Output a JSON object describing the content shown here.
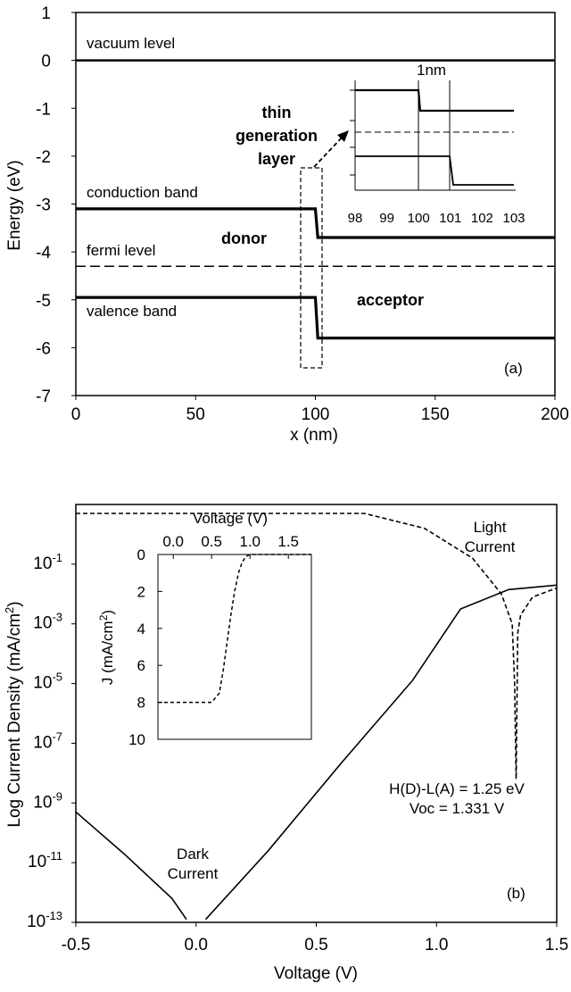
{
  "chart_data": [
    {
      "id": "a",
      "type": "line",
      "panel_label": "(a)",
      "xlabel": "x (nm)",
      "ylabel": "Energy (eV)",
      "xlim": [
        0,
        200
      ],
      "ylim": [
        -7,
        1
      ],
      "xticks": [
        "0",
        "50",
        "100",
        "150",
        "200"
      ],
      "yticks": [
        "1",
        "0",
        "-1",
        "-2",
        "-3",
        "-4",
        "-5",
        "-6",
        "-7"
      ],
      "series": [
        {
          "name": "vacuum level",
          "style": "solid",
          "x": [
            0,
            200
          ],
          "y": [
            0,
            0
          ]
        },
        {
          "name": "conduction band",
          "style": "bold",
          "x": [
            0,
            100,
            101,
            200
          ],
          "y": [
            -3.1,
            -3.1,
            -3.7,
            -3.7
          ]
        },
        {
          "name": "fermi level",
          "style": "dashed",
          "x": [
            0,
            200
          ],
          "y": [
            -4.3,
            -4.3
          ]
        },
        {
          "name": "valence band",
          "style": "bold",
          "x": [
            0,
            100,
            101,
            200
          ],
          "y": [
            -4.95,
            -4.95,
            -5.8,
            -5.8
          ]
        }
      ],
      "annotations": [
        "donor",
        "acceptor",
        "thin generation layer"
      ],
      "inset": {
        "xlim": [
          98,
          103
        ],
        "xticks": [
          "98",
          "99",
          "100",
          "101",
          "102",
          "103"
        ],
        "label": "1nm"
      }
    },
    {
      "id": "b",
      "type": "line",
      "panel_label": "(b)",
      "xlabel": "Voltage (V)",
      "ylabel": "Log Current Density (mA/cm²)",
      "xlim": [
        -0.5,
        1.5
      ],
      "ylim_exponent": [
        -13,
        1
      ],
      "log_scale": true,
      "xticks": [
        "-0.5",
        "0.0",
        "0.5",
        "1.0",
        "1.5"
      ],
      "yticks": [
        {
          "base": "10",
          "exp": "-1"
        },
        {
          "base": "10",
          "exp": "-3"
        },
        {
          "base": "10",
          "exp": "-5"
        },
        {
          "base": "10",
          "exp": "-7"
        },
        {
          "base": "10",
          "exp": "-9"
        },
        {
          "base": "10",
          "exp": "-11"
        },
        {
          "base": "10",
          "exp": "-13"
        }
      ],
      "series": [
        {
          "name": "Dark Current",
          "style": "solid",
          "x": [
            -0.5,
            -0.3,
            -0.1,
            -0.04,
            0.04,
            0.3,
            0.6,
            0.9,
            1.1,
            1.3,
            1.5
          ],
          "log10_y": [
            -9.3,
            -10.7,
            -12.2,
            -12.9,
            -12.9,
            -10.6,
            -7.7,
            -4.9,
            -2.5,
            -1.85,
            -1.7
          ]
        },
        {
          "name": "Light Current",
          "style": "dashed",
          "x": [
            -0.5,
            0.7,
            0.95,
            1.15,
            1.27,
            1.315,
            1.325,
            1.331,
            1.338,
            1.35,
            1.4,
            1.5
          ],
          "log10_y": [
            0.7,
            0.7,
            0.2,
            -0.8,
            -2.0,
            -3.0,
            -5.0,
            -8.2,
            -3.3,
            -2.7,
            -2.1,
            -1.8
          ]
        }
      ],
      "annotations": {
        "dark": [
          "Dark",
          "Current"
        ],
        "light": [
          "Light",
          "Current"
        ],
        "info": [
          "H(D)-L(A) = 1.25 eV",
          "Voc = 1.331 V"
        ]
      },
      "inset": {
        "xlabel": "Voltage (V)",
        "ylabel": "J (mA/cm²)",
        "xlim": [
          -0.2,
          1.8
        ],
        "ylim": [
          0,
          10
        ],
        "xticks": [
          "0.0",
          "0.5",
          "1.0",
          "1.5"
        ],
        "yticks": [
          "0",
          "2",
          "4",
          "6",
          "8",
          "10"
        ],
        "series": {
          "style": "dashed",
          "x": [
            -0.2,
            0.5,
            0.6,
            0.65,
            0.7,
            0.75,
            0.8,
            0.85,
            0.9,
            0.95,
            1.0,
            1.8
          ],
          "y": [
            8.0,
            8.0,
            7.5,
            6.3,
            4.8,
            3.3,
            2.0,
            1.0,
            0.4,
            0.1,
            0.0,
            0.0
          ]
        }
      }
    }
  ]
}
